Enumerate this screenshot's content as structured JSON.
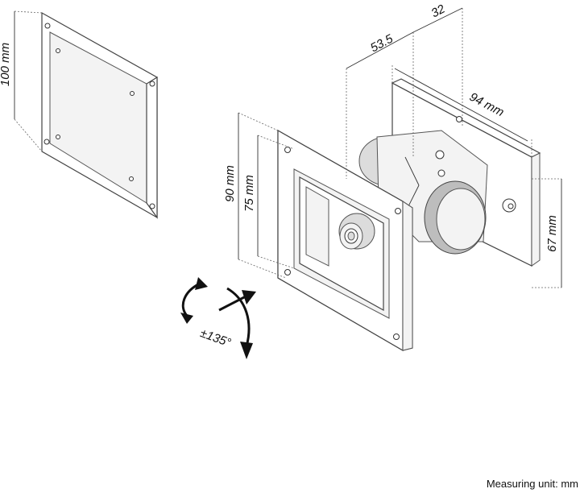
{
  "dimensions": {
    "plate_vesa": "100 mm",
    "height_total": "90 mm",
    "height_inner": "75 mm",
    "depth_front": "53.5",
    "depth_back": "32",
    "width_back": "94 mm",
    "height_back": "67 mm"
  },
  "rotation": {
    "label": "±135°"
  },
  "footer": {
    "unit": "Measuring unit: mm"
  }
}
